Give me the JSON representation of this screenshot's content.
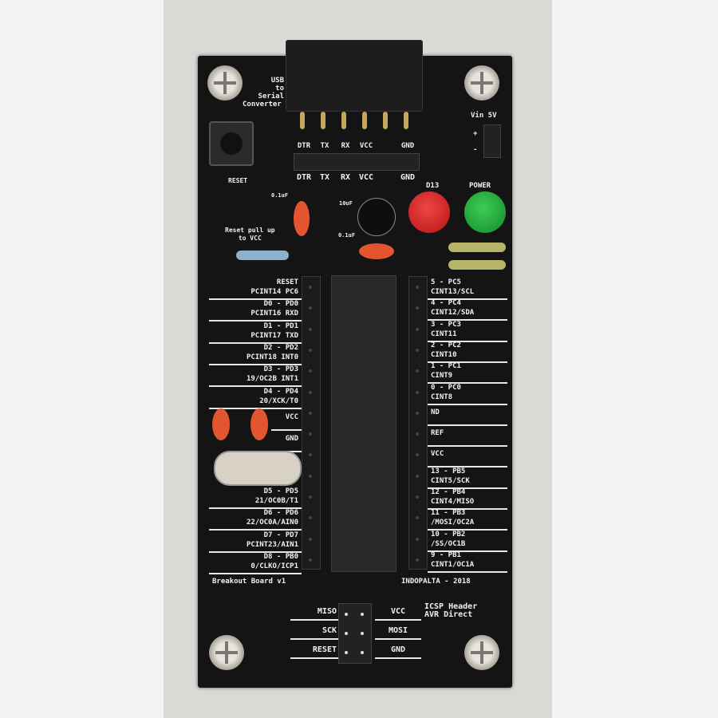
{
  "board": {
    "usb_label": [
      "USB",
      "to",
      "Serial",
      "Converter"
    ],
    "reset_button": "RESET",
    "vin_label": "Vin 5V",
    "vin_plus": "+",
    "vin_minus": "-",
    "serial_top_labels": [
      "DTR",
      "TX",
      "RX",
      "VCC",
      "",
      "GND"
    ],
    "serial_bottom_labels": [
      "DTR",
      "TX",
      "RX",
      "VCC",
      "",
      "GND"
    ],
    "cap_label_1": "0.1uF",
    "cap_label_2": "10uF",
    "cap_label_3": "0.1uF",
    "led_d13": "D13",
    "led_power": "POWER",
    "pullup_label": [
      "Reset pull up",
      "to VCC"
    ],
    "left_pins": [
      [
        "RESET",
        "PCINT14 PC6"
      ],
      [
        "D0 - PD0",
        "PCINT16 RXD"
      ],
      [
        "D1 - PD1",
        "PCINT17 TXD"
      ],
      [
        "D2 - PD2",
        "PCINT18 INT0"
      ],
      [
        "D3 - PD3",
        "19/OC2B INT1"
      ],
      [
        "D4 - PD4",
        "20/XCK/T0"
      ],
      [
        "VCC",
        ""
      ],
      [
        "GND",
        ""
      ],
      [
        "D5 - PD5",
        "21/OC0B/T1"
      ],
      [
        "D6 - PD6",
        "22/OC0A/AIN0"
      ],
      [
        "D7 - PD7",
        "PCINT23/AIN1"
      ],
      [
        "D8 - PB0",
        "0/CLKO/ICP1"
      ]
    ],
    "right_pins": [
      [
        "5 - PC5",
        "CINT13/SCL"
      ],
      [
        "4 - PC4",
        "CINT12/SDA"
      ],
      [
        "3 - PC3",
        "CINT11"
      ],
      [
        "2 - PC2",
        "CINT10"
      ],
      [
        "1 - PC1",
        "CINT9"
      ],
      [
        "0 - PC0",
        "CINT8"
      ],
      [
        "ND",
        ""
      ],
      [
        "REF",
        ""
      ],
      [
        "VCC",
        ""
      ],
      [
        "13 - PB5",
        "CINT5/SCK"
      ],
      [
        "12 - PB4",
        "CINT4/MISO"
      ],
      [
        "11 - PB3",
        "/MOSI/OC2A"
      ],
      [
        "10 - PB2",
        "/SS/OC1B"
      ],
      [
        "9 - PB1",
        "CINT1/OC1A"
      ]
    ],
    "footer_left": "Breakout Board v1",
    "footer_right": "INDOPALTA - 2018",
    "icsp_title": [
      "ICSP Header",
      "AVR Direct"
    ],
    "icsp_left": [
      "MISO",
      "SCK",
      "RESET"
    ],
    "icsp_right": [
      "VCC",
      "MOSI",
      "GND"
    ],
    "colors": {
      "pcb": "#141414",
      "silkscreen": "#f1f1f1",
      "led_red": "#d42020",
      "led_green": "#21a83a",
      "capacitor": "#e2552f"
    }
  }
}
